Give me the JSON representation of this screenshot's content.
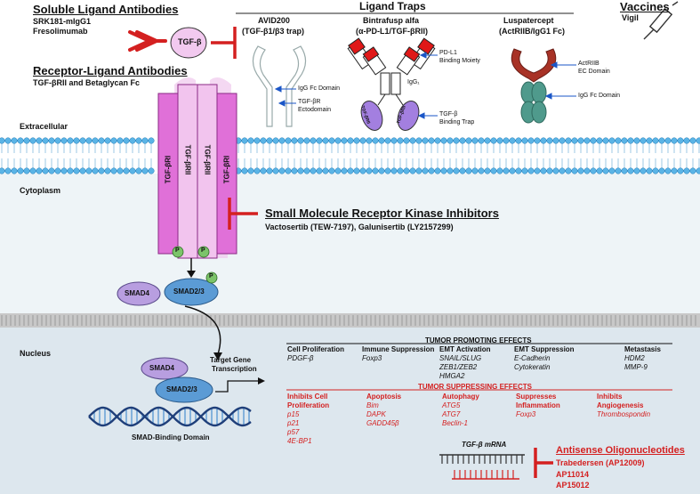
{
  "colors": {
    "red": "#d42020",
    "receptor": "#e070d8",
    "smad": "#5b9bd5",
    "smad4": "#b89ee0",
    "cytoplasm": "#eef4f7",
    "nucleus": "#dde7ee",
    "lipid": "#5ab4e6"
  },
  "soluble": {
    "title": "Soluble Ligand Antibodies",
    "items": [
      "SRK181-mIgG1",
      "Fresolimumab"
    ],
    "ligand": "TGF-β"
  },
  "receptor_ligand": {
    "title": "Receptor-Ligand Antibodies",
    "subtitle": "TGF-βRII and Betaglycan Fc"
  },
  "ligand_traps": {
    "title": "Ligand Traps",
    "avid": {
      "name": "AVID200",
      "sub": "(TGF-β1/β3 trap)",
      "fc": "IgG Fc Domain",
      "ecto1": "TGF-βR",
      "ecto2": "Ectodomain"
    },
    "bintra": {
      "name": "Bintrafusp alfa",
      "sub": "(α-PD-L1/TGF-βRII)",
      "pdl1a": "PD-L1",
      "pdl1b": "Binding Moiety",
      "igg": "IgG₁",
      "trap1": "TGF-β",
      "trap2": "Binding Trap",
      "ovalL": "TGF-βRII",
      "ovalR": "TGF-βRII"
    },
    "lusp": {
      "name": "Luspatercept",
      "sub": "(ActRIIB/IgG1 Fc)",
      "ec1": "ActRIIB",
      "ec2": "EC Domain",
      "fc": "IgG Fc Domain"
    }
  },
  "vaccines": {
    "title": "Vaccines",
    "item": "Vigil"
  },
  "regions": {
    "extracellular": "Extracellular",
    "cytoplasm": "Cytoplasm",
    "nucleus": "Nucleus"
  },
  "receptors": {
    "r1": "TGF-βRI",
    "r2a": "TGF-βRII",
    "r2b": "TGF-βRII",
    "r3": "TGF-βRI",
    "p": "P"
  },
  "smi": {
    "title": "Small Molecule Receptor Kinase Inhibitors",
    "items": "Vactosertib (TEW-7197), Galunisertib (LY2157299)"
  },
  "smads": {
    "smad4": "SMAD4",
    "smad23": "SMAD2/3",
    "p": "P"
  },
  "nuclear": {
    "smad4": "SMAD4",
    "smad23": "SMAD2/3",
    "target1": "Target Gene",
    "target2": "Transcription",
    "domain": "SMAD-Binding Domain"
  },
  "promoting": {
    "title": "TUMOR PROMOTING EFFECTS",
    "cols": [
      {
        "h": "Cell Proliferation",
        "items": [
          "PDGF-β"
        ]
      },
      {
        "h": "Immune Suppression",
        "items": [
          "Foxp3"
        ]
      },
      {
        "h": "EMT Activation",
        "items": [
          "SNAIL/SLUG",
          "ZEB1/ZEB2",
          "HMGA2"
        ]
      },
      {
        "h": "EMT Suppression",
        "items": [
          "E-Cadherin",
          "Cytokeratin"
        ]
      },
      {
        "h": "Metastasis",
        "items": [
          "HDM2",
          "MMP-9"
        ]
      }
    ]
  },
  "suppressing": {
    "title": "TUMOR SUPPRESSING EFFECTS",
    "cols": [
      {
        "h": "Inhibits Cell",
        "h2": "Proliferation",
        "items": [
          "p15",
          "p21",
          "p57",
          "4E-BP1"
        ]
      },
      {
        "h": "Apoptosis",
        "items": [
          "Bim",
          "DAPK",
          "GADD45β"
        ]
      },
      {
        "h": "Autophagy",
        "items": [
          "ATG5",
          "ATG7",
          "Beclin-1"
        ]
      },
      {
        "h": "Suppresses",
        "h2": "Inflammation",
        "items": [
          "Foxp3"
        ]
      },
      {
        "h": "Inhibits",
        "h2": "Angiogenesis",
        "items": [
          "Thrombospondin"
        ]
      }
    ]
  },
  "mrna": {
    "label": "TGF-β mRNA"
  },
  "antisense": {
    "title": "Antisense Oligonucleotides",
    "items": [
      "Trabedersen (AP12009)",
      "AP11014",
      "AP15012"
    ]
  }
}
